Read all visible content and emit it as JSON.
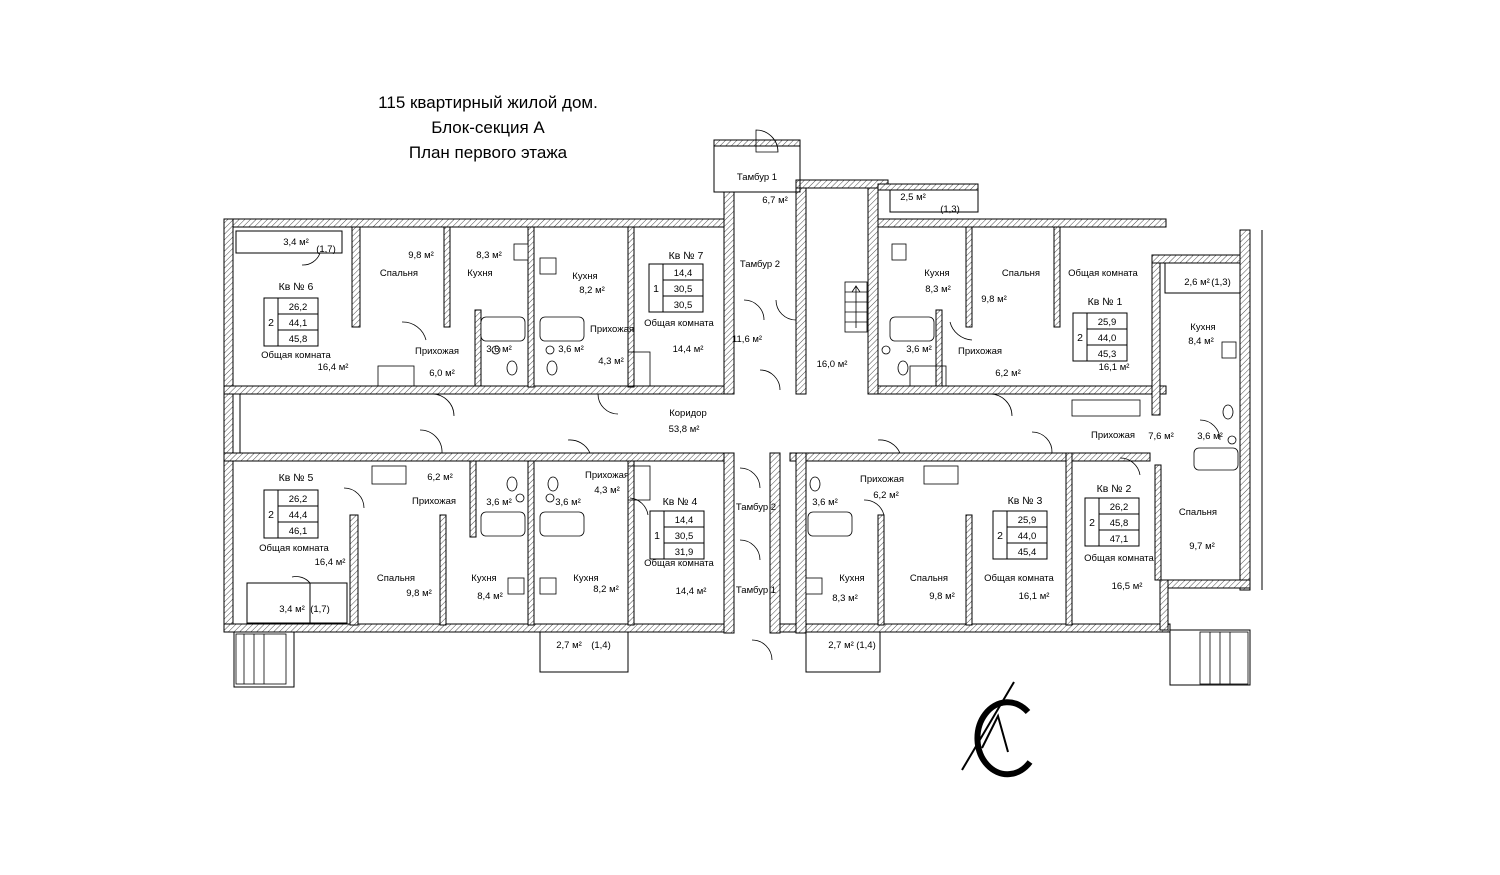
{
  "title": {
    "line1": "115 квартирный жилой дом.",
    "line2": "Блок-секция А",
    "line3": "План первого этажа"
  },
  "labels": [
    {
      "id": "tambur1-top",
      "text": "Тамбур 1"
    },
    {
      "id": "tambur1-top-area",
      "text": "6,7 м²"
    },
    {
      "id": "tambur2-top",
      "text": "Тамбур 2"
    },
    {
      "id": "tambur2-top-area",
      "text": "11,6 м²"
    },
    {
      "id": "stair-area",
      "text": "16,0 м²"
    },
    {
      "id": "korridor",
      "text": "Коридор"
    },
    {
      "id": "korridor-area",
      "text": "53,8 м²"
    },
    {
      "id": "tambur2-bot",
      "text": "Тамбур 2"
    },
    {
      "id": "tambur1-bot",
      "text": "Тамбур 1"
    },
    {
      "id": "a6-balcony",
      "text": "3,4 м²"
    },
    {
      "id": "a6-balcony-k",
      "text": "(1,7)"
    },
    {
      "id": "a6-bed",
      "text": "Спальня"
    },
    {
      "id": "a6-bed-area",
      "text": "9,8 м²"
    },
    {
      "id": "a6-kitchen",
      "text": "Кухня"
    },
    {
      "id": "a6-kitchen-area",
      "text": "8,3 м²"
    },
    {
      "id": "a6-living",
      "text": "Общая комната"
    },
    {
      "id": "a6-living-area",
      "text": "16,4 м²"
    },
    {
      "id": "a6-hall",
      "text": "Прихожая"
    },
    {
      "id": "a6-hall-area",
      "text": "6,0 м²"
    },
    {
      "id": "a6-bath",
      "text": "3,6 м²"
    },
    {
      "id": "a7-kitchen",
      "text": "Кухня"
    },
    {
      "id": "a7-kitchen-area",
      "text": "8,2 м²"
    },
    {
      "id": "a7-bath",
      "text": "3,6 м²"
    },
    {
      "id": "a7-hall",
      "text": "Прихожая"
    },
    {
      "id": "a7-hall-area",
      "text": "4,3 м²"
    },
    {
      "id": "a7-living",
      "text": "Общая комната"
    },
    {
      "id": "a7-living-area",
      "text": "14,4 м²"
    },
    {
      "id": "a1-balcony",
      "text": "2,5 м²"
    },
    {
      "id": "a1-balcony-k",
      "text": "(1,3)"
    },
    {
      "id": "a1-kitchen",
      "text": "Кухня"
    },
    {
      "id": "a1-kitchen-area",
      "text": "8,3 м²"
    },
    {
      "id": "a1-bed",
      "text": "Спальня"
    },
    {
      "id": "a1-bed-area",
      "text": "9,8 м²"
    },
    {
      "id": "a1-living",
      "text": "Общая комната"
    },
    {
      "id": "a1-living-area",
      "text": "16,1 м²"
    },
    {
      "id": "a1-bath",
      "text": "3,6 м²"
    },
    {
      "id": "a1-hall",
      "text": "Прихожая"
    },
    {
      "id": "a1-hall-area",
      "text": "6,2 м²"
    },
    {
      "id": "a2-balcony",
      "text": "2,6 м²"
    },
    {
      "id": "a2-balcony-k",
      "text": "(1,3)"
    },
    {
      "id": "a2-kitchen",
      "text": "Кухня"
    },
    {
      "id": "a2-kitchen-area",
      "text": "8,4 м²"
    },
    {
      "id": "a2-bath",
      "text": "3,6 м²"
    },
    {
      "id": "a2-hall",
      "text": "Прихожая"
    },
    {
      "id": "a2-hall-area",
      "text": "7,6 м²"
    },
    {
      "id": "a2-bed",
      "text": "Спальня"
    },
    {
      "id": "a2-bed-area",
      "text": "9,7 м²"
    },
    {
      "id": "a2-living",
      "text": "Общая комната"
    },
    {
      "id": "a2-living-area",
      "text": "16,5 м²"
    },
    {
      "id": "a5-hall-area",
      "text": "6,2 м²"
    },
    {
      "id": "a5-hall",
      "text": "Прихожая"
    },
    {
      "id": "a5-bath",
      "text": "3,6 м²"
    },
    {
      "id": "a5-living",
      "text": "Общая комната"
    },
    {
      "id": "a5-living-area",
      "text": "16,4 м²"
    },
    {
      "id": "a5-bed",
      "text": "Спальня"
    },
    {
      "id": "a5-bed-area",
      "text": "9,8 м²"
    },
    {
      "id": "a5-kitchen",
      "text": "Кухня"
    },
    {
      "id": "a5-kitchen-area",
      "text": "8,4 м²"
    },
    {
      "id": "a5-balcony",
      "text": "3,4 м²"
    },
    {
      "id": "a5-balcony-k",
      "text": "(1,7)"
    },
    {
      "id": "a4-bath",
      "text": "3,6 м²"
    },
    {
      "id": "a4-hall",
      "text": "Прихожая"
    },
    {
      "id": "a4-hall-area",
      "text": "4,3 м²"
    },
    {
      "id": "a4-kitchen",
      "text": "Кухня"
    },
    {
      "id": "a4-kitchen-area",
      "text": "8,2 м²"
    },
    {
      "id": "a4-living",
      "text": "Общая комната"
    },
    {
      "id": "a4-living-area",
      "text": "14,4 м²"
    },
    {
      "id": "a4-balcony",
      "text": "2,7 м²"
    },
    {
      "id": "a4-balcony-k",
      "text": "(1,4)"
    },
    {
      "id": "a3-bath",
      "text": "3,6 м²"
    },
    {
      "id": "a3-hall",
      "text": "Прихожая"
    },
    {
      "id": "a3-hall-area",
      "text": "6,2 м²"
    },
    {
      "id": "a3-kitchen",
      "text": "Кухня"
    },
    {
      "id": "a3-kitchen-area",
      "text": "8,3 м²"
    },
    {
      "id": "a3-bed",
      "text": "Спальня"
    },
    {
      "id": "a3-bed-area",
      "text": "9,8 м²"
    },
    {
      "id": "a3-living",
      "text": "Общая комната"
    },
    {
      "id": "a3-living-area",
      "text": "16,1 м²"
    },
    {
      "id": "a3-balcony",
      "text": "2,7 м²"
    },
    {
      "id": "a3-balcony-k",
      "text": "(1,4)"
    }
  ],
  "apartments": [
    {
      "id": "a6",
      "title": "Кв № 6",
      "rooms": "2",
      "values": [
        "26,2",
        "44,1",
        "45,8"
      ]
    },
    {
      "id": "a7",
      "title": "Кв № 7",
      "rooms": "1",
      "values": [
        "14,4",
        "30,5",
        "30,5"
      ]
    },
    {
      "id": "a1",
      "title": "Кв № 1",
      "rooms": "2",
      "values": [
        "25,9",
        "44,0",
        "45,3"
      ]
    },
    {
      "id": "a5",
      "title": "Кв № 5",
      "rooms": "2",
      "values": [
        "26,2",
        "44,4",
        "46,1"
      ]
    },
    {
      "id": "a4",
      "title": "Кв № 4",
      "rooms": "1",
      "values": [
        "14,4",
        "30,5",
        "31,9"
      ]
    },
    {
      "id": "a3",
      "title": "Кв № 3",
      "rooms": "2",
      "values": [
        "25,9",
        "44,0",
        "45,4"
      ]
    },
    {
      "id": "a2",
      "title": "Кв № 2",
      "rooms": "2",
      "values": [
        "26,2",
        "45,8",
        "47,1"
      ]
    }
  ],
  "icons": [
    "north-arrow-logo-icon",
    "stair-arrow-icon",
    "bathtub-icon",
    "toilet-icon",
    "sink-icon",
    "stove-icon"
  ]
}
